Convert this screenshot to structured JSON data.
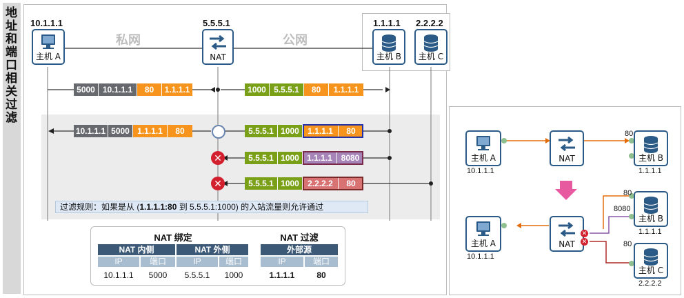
{
  "side_title": "地址和端口相关过滤",
  "left": {
    "hosts": [
      {
        "ip": "10.1.1.1",
        "label": "主机 A"
      },
      {
        "ip": "1.1.1.1",
        "label": "主机 B"
      },
      {
        "ip": "2.2.2.2",
        "label": "主机 C"
      }
    ],
    "nat": {
      "ip": "5.5.5.1",
      "label": "NAT"
    },
    "zones": {
      "private": "私网",
      "public": "公网"
    },
    "packets": {
      "out_private": [
        "5000",
        "10.1.1.1",
        "80",
        "1.1.1.1"
      ],
      "out_public": [
        "1000",
        "5.5.5.1",
        "80",
        "1.1.1.1"
      ],
      "in_private": [
        "10.1.1.1",
        "5000",
        "1.1.1.1",
        "80"
      ],
      "in_ok": [
        "5.5.5.1",
        "1000",
        "1.1.1.1",
        "80"
      ],
      "in_bad_port": [
        "5.5.5.1",
        "1000",
        "1.1.1.1",
        "8080"
      ],
      "in_bad_host": [
        "5.5.5.1",
        "1000",
        "2.2.2.2",
        "80"
      ]
    },
    "rule_text": "过滤规则：如果是从 (",
    "rule_bold": "1.1.1.1:80",
    "rule_tail": " 到 5.5.5.1:1000) 的入站流量则允许通过",
    "table": {
      "binding_title": "NAT 绑定",
      "filter_title": "NAT 过滤",
      "inside": "NAT 内侧",
      "outside": "NAT 外侧",
      "ext_src": "外部源",
      "ip_h": "IP",
      "port_h": "端口",
      "row": {
        "in_ip": "10.1.1.1",
        "in_port": "5000",
        "out_ip": "5.5.5.1",
        "out_port": "1000",
        "src_ip": "1.1.1.1",
        "src_port": "80"
      }
    }
  },
  "right": {
    "hostA_top": {
      "label": "主机 A",
      "ip": "10.1.1.1"
    },
    "nat_top": {
      "label": "NAT"
    },
    "hostB_top": {
      "label": "主机 B",
      "ip": "1.1.1.1",
      "port": "80"
    },
    "hostA_bot": {
      "label": "主机 A",
      "ip": "10.1.1.1"
    },
    "nat_bot": {
      "label": "NAT"
    },
    "hostB_bot": {
      "label": "主机 B",
      "ip": "1.1.1.1",
      "port1": "80",
      "port2": "8080"
    },
    "hostC_bot": {
      "label": "主机 C",
      "ip": "2.2.2.2",
      "port": "80"
    }
  },
  "colors": {
    "orange": "#f7941d",
    "green": "#7aa017",
    "gray": "#666a6e",
    "purple": "#a684b8",
    "red": "#d97373",
    "navy": "#2b5a86",
    "deny": "#d2202e"
  }
}
